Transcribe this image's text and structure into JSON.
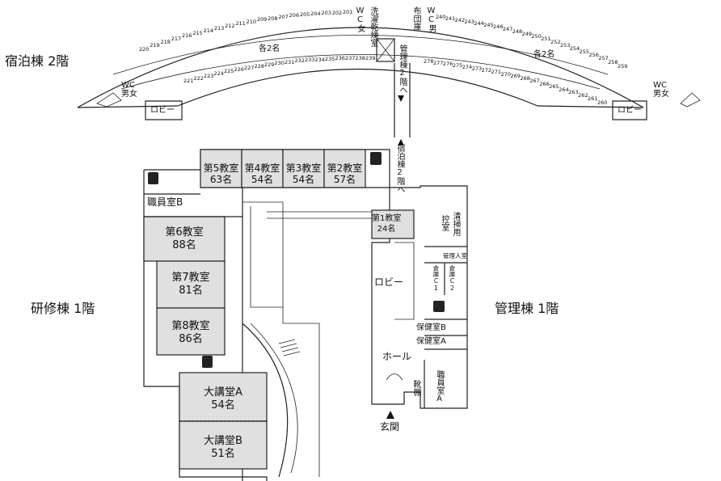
{
  "headings": {
    "dorm_2f": "宿泊棟 2階",
    "training_1f": "研修棟 1階",
    "admin_1f": "管理棟 1階"
  },
  "dormitory": {
    "capacity_left": "各2名",
    "capacity_right": "各2名",
    "rooms_outer_left": [
      "220",
      "219",
      "218",
      "217",
      "216",
      "215",
      "214",
      "213",
      "212",
      "211",
      "210",
      "209",
      "208",
      "207",
      "206",
      "205",
      "204",
      "203",
      "202",
      "201"
    ],
    "rooms_inner_left": [
      "221",
      "222",
      "223",
      "224",
      "225",
      "226",
      "227",
      "228",
      "229",
      "230",
      "231",
      "232",
      "233",
      "234",
      "235",
      "236",
      "237",
      "238",
      "239"
    ],
    "rooms_outer_right": [
      "240",
      "241",
      "242",
      "243",
      "244",
      "245",
      "246",
      "247",
      "248",
      "249",
      "250",
      "251",
      "252",
      "253",
      "254",
      "255",
      "256",
      "257",
      "258",
      "259"
    ],
    "rooms_inner_right": [
      "278",
      "277",
      "276",
      "275",
      "274",
      "273",
      "272",
      "271",
      "270",
      "269",
      "268",
      "267",
      "266",
      "265",
      "264",
      "263",
      "262",
      "261",
      "260"
    ],
    "wc_female": "WC女",
    "wc_male": "WC男",
    "wc_both_left": "WC男女",
    "wc_both_right": "WC男女",
    "lobby_left": "ロビー",
    "lobby_right": "ロビー",
    "laundry": "洗濯乾燥室",
    "linen": "布団庫",
    "to_admin_2f": "管理棟2階へ"
  },
  "training": {
    "classrooms_top": [
      {
        "name": "第5教室",
        "cap": "63名"
      },
      {
        "name": "第4教室",
        "cap": "54名"
      },
      {
        "name": "第3教室",
        "cap": "54名"
      },
      {
        "name": "第2教室",
        "cap": "57名"
      }
    ],
    "staff_b": "職員室B",
    "classroom6": {
      "name": "第6教室",
      "cap": "88名"
    },
    "classroom7": {
      "name": "第7教室",
      "cap": "81名"
    },
    "classroom8": {
      "name": "第8教室",
      "cap": "86名"
    },
    "hall_a": {
      "name": "大講堂A",
      "cap": "54名"
    },
    "hall_b": {
      "name": "大講堂B",
      "cap": "51名"
    }
  },
  "admin": {
    "to_dorm_2f": "宿泊棟2階へ",
    "classroom1": {
      "name": "第1教室",
      "cap": "24名"
    },
    "cleaning": "清掃用",
    "waiting": "控室",
    "manager": "管理人室",
    "lobby": "ロビー",
    "storage_c1": "倉庫C1",
    "storage_c2": "倉庫C2",
    "health_b": "保健室B",
    "health_a": "保健室A",
    "hall": "ホール",
    "shoe_rack": "靴棚",
    "staff_a": "職員室A",
    "entrance": "玄関"
  },
  "icons": [
    "toilet-icon",
    "stairs-icon",
    "elevator-icon",
    "north-arrow-icon",
    "entrance-arrow-icon"
  ]
}
